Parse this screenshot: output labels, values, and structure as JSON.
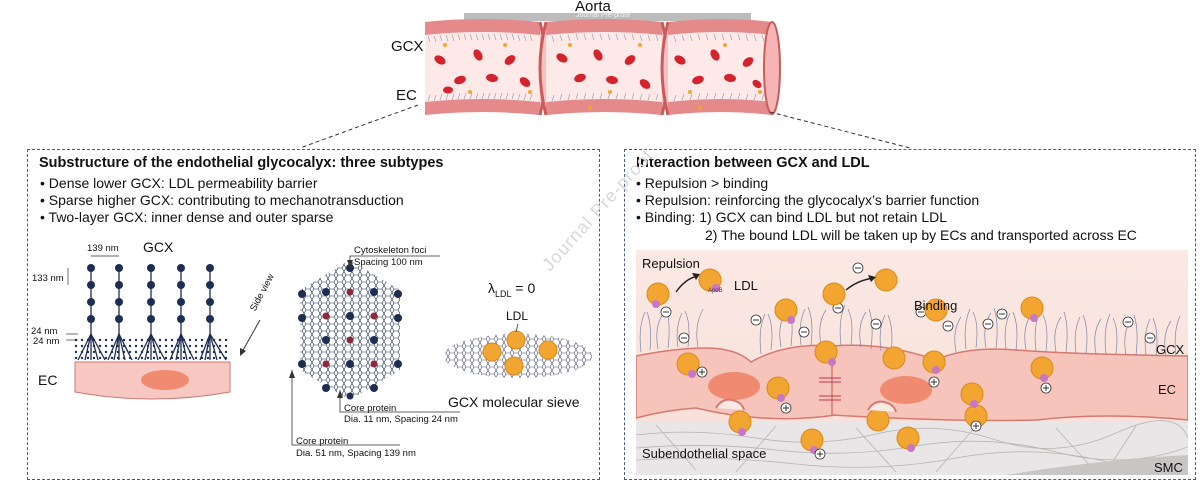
{
  "top": {
    "aorta_label": "Aorta",
    "header_band_text": "Journal Pre-proof",
    "gcx_label": "GCX",
    "ec_label": "EC"
  },
  "left_panel": {
    "title": "Substructure of the endothelial glycocalyx: three subtypes",
    "bullets": [
      "• Dense lower GCX: LDL permeability barrier",
      "• Sparse higher GCX: contributing to mechanotransduction",
      "• Two-layer GCX: inner dense and outer sparse"
    ],
    "side_view": {
      "gcx_label": "GCX",
      "dim_139": "139 nm",
      "dim_133": "133 nm",
      "dim_24a": "24 nm",
      "dim_24b": "24 nm",
      "ec_label": "EC",
      "side_view_label": "Side view"
    },
    "top_view": {
      "cyto_title": "Cytoskeleton foci",
      "cyto_spacing": "Spacing 100 nm",
      "core1_title": "Core protein",
      "core1_dims": "Dia. 11 nm, Spacing 24 nm",
      "core2_title": "Core protein",
      "core2_dims": "Dia. 51 nm, Spacing 139 nm"
    },
    "sieve": {
      "lambda_text": "λ",
      "lambda_sub": "LDL",
      "lambda_eq": " = 0",
      "ldl_label": "LDL",
      "caption": "GCX molecular sieve"
    }
  },
  "right_panel": {
    "title": "Interaction between GCX and LDL",
    "bullets": [
      "• Repulsion > binding",
      "• Repulsion: reinforcing the glycocalyx’s barrier function",
      "• Binding: 1) GCX can bind LDL but not retain LDL",
      "2) The bound LDL will be taken up by ECs and transported across EC"
    ],
    "illustration": {
      "repulsion_label": "Repulsion",
      "ldl_label": "LDL",
      "binding_label": "Binding",
      "gcx_label": "GCX",
      "ec_label": "EC",
      "subendo_label": "Subendothelial space",
      "smc_label": "SMC",
      "apob_label": "ApoB"
    }
  },
  "colors": {
    "panel_border": "#4a5a8a",
    "vessel_wall": "#f0a8a8",
    "vessel_dark": "#d96b6b",
    "rbc": "#d5232d",
    "cell_pink": "#f7c9c3",
    "nucleus": "#f08a70",
    "ldl_orange": "#f2a531",
    "gcx_node": "#1d2e52",
    "background_band": "#bcbcbc"
  }
}
